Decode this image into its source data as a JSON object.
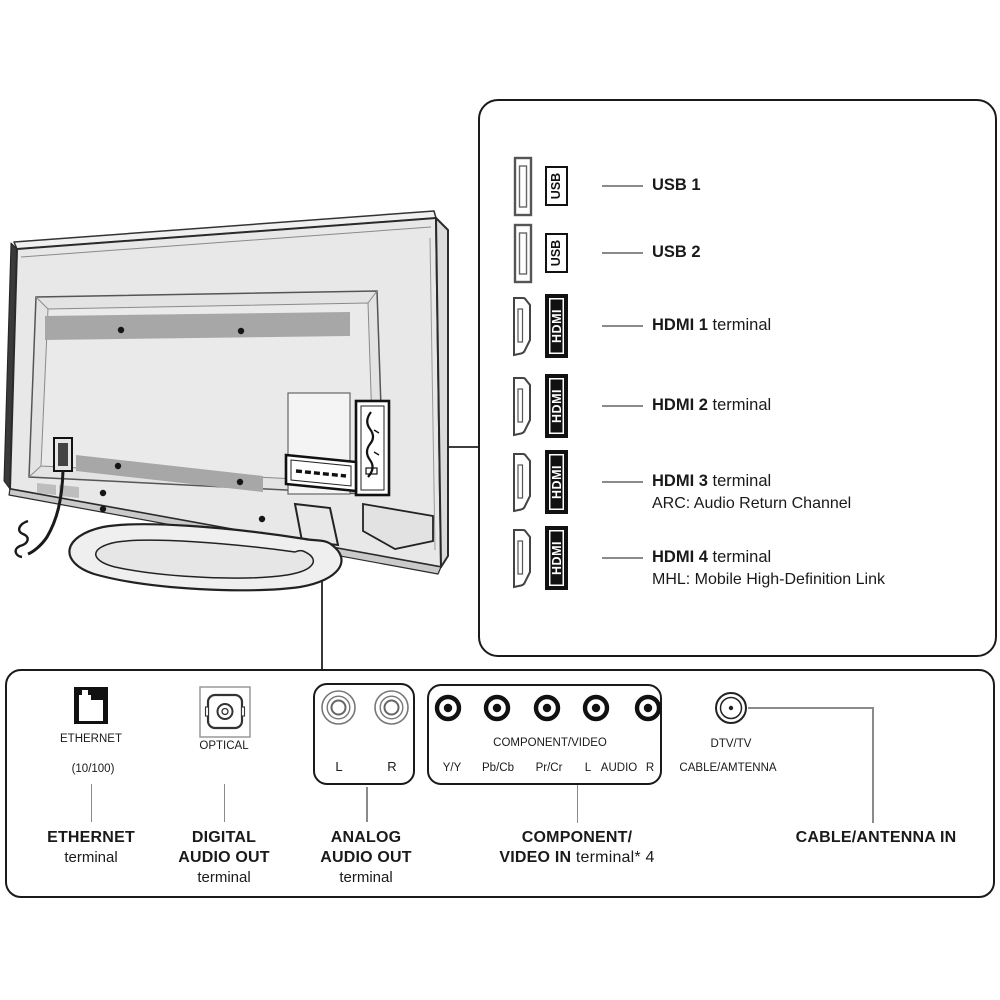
{
  "colors": {
    "outline": "#1a1a1a",
    "callout_line": "#8a8a8a",
    "tv_body": "#e8e8e8",
    "vesa_strip": "#a7a7a7"
  },
  "right_panel": {
    "rows": [
      {
        "tag": "USB",
        "label": "USB 1",
        "suffix": "",
        "sub": ""
      },
      {
        "tag": "USB",
        "label": "USB 2",
        "suffix": "",
        "sub": ""
      },
      {
        "tag": "HDMI",
        "label": "HDMI 1",
        "suffix": " terminal",
        "sub": ""
      },
      {
        "tag": "HDMI",
        "label": "HDMI 2",
        "suffix": " terminal",
        "sub": ""
      },
      {
        "tag": "HDMI",
        "label": "HDMI 3",
        "suffix": " terminal",
        "sub": "ARC: Audio Return Channel"
      },
      {
        "tag": "HDMI",
        "label": "HDMI 4",
        "suffix": " terminal",
        "sub": "MHL: Mobile High-Definition Link"
      }
    ]
  },
  "bottom_panel": {
    "ethernet": {
      "port_label": "ETHERNET",
      "speed": "(10/100)",
      "name1": "ETHERNET",
      "name2": "terminal"
    },
    "digital": {
      "port_label": "OPTICAL",
      "name1": "DIGITAL",
      "name2": "AUDIO OUT",
      "name3": "terminal"
    },
    "analog": {
      "jack_left": "L",
      "jack_right": "R",
      "name1": "ANALOG",
      "name2": "AUDIO OUT",
      "name3": "terminal"
    },
    "component": {
      "group_label": "COMPONENT/VIDEO",
      "jack_labels": [
        "Y/Y",
        "Pb/Cb",
        "Pr/Cr",
        "L",
        "AUDIO",
        "R"
      ],
      "name1": "COMPONENT/",
      "name2_bold": "VIDEO IN",
      "name2_rest": " terminal* 4"
    },
    "antenna": {
      "port_label1": "DTV/TV",
      "port_label2": "CABLE/AMTENNA",
      "name": "CABLE/ANTENNA IN"
    }
  }
}
